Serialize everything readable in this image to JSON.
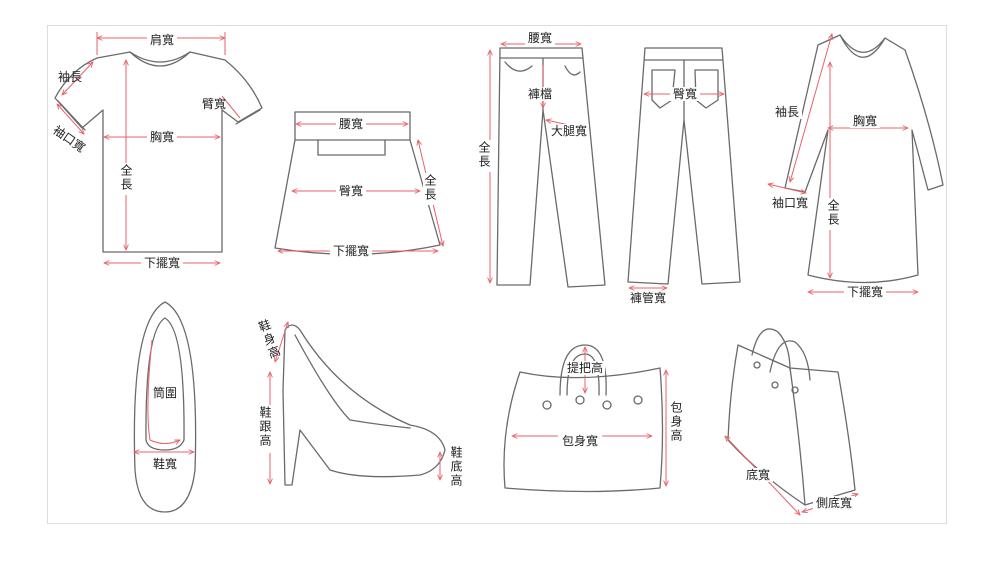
{
  "tshirt": {
    "shoulder_width": "肩寬",
    "sleeve_length": "袖長",
    "arm_width": "臂寬",
    "cuff_width": "袖口寬",
    "chest_width": "胸寬",
    "full_length": "全長",
    "hem_width": "下擺寬"
  },
  "skirt": {
    "waist_width": "腰寬",
    "hip_width": "臀寬",
    "full_length": "全長",
    "hem_width": "下擺寬"
  },
  "pants_front": {
    "waist_width": "腰寬",
    "crotch": "褲檔",
    "thigh_width": "大腿寬",
    "full_length": "全長"
  },
  "pants_back": {
    "hip_width": "臀寬",
    "leg_opening": "褲管寬"
  },
  "dress": {
    "sleeve_length": "袖長",
    "chest_width": "胸寬",
    "cuff_width": "袖口寬",
    "full_length": "全長",
    "hem_width": "下擺寬"
  },
  "flat_shoe": {
    "shaft_circumference": "筒圍",
    "shoe_width": "鞋寬"
  },
  "heel_shoe": {
    "upper_height": "鞋身高",
    "heel_height": "鞋跟高",
    "sole_height": "鞋底高"
  },
  "handbag": {
    "handle_height": "提把高",
    "body_width": "包身寬",
    "body_height": "包身高"
  },
  "tote": {
    "base_width": "底寬",
    "side_base_width": "側底寬"
  },
  "colors": {
    "measure_line": "#e8626a",
    "outline": "#6a6a6a"
  }
}
